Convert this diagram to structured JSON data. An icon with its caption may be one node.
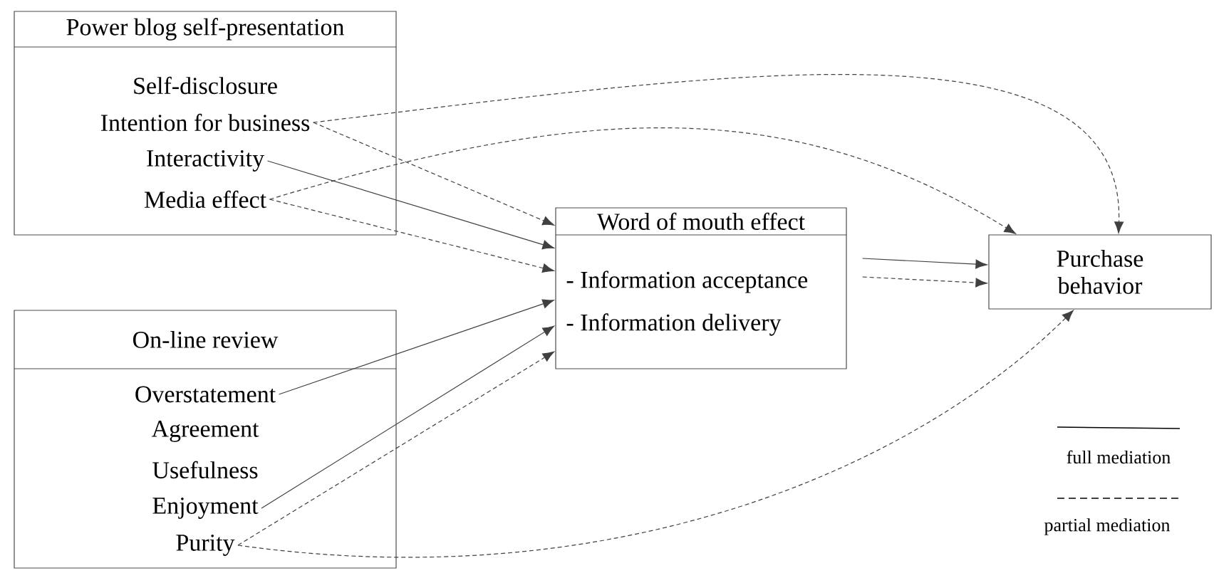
{
  "diagram": {
    "nodes": [
      {
        "text": [
          "Power blog self-presentation"
        ]
      },
      {
        "text": [
          "Self-disclosure"
        ],
        "in": 0
      },
      {
        "text": [
          "Intention for business"
        ],
        "in": 0
      },
      {
        "text": [
          "Interactivity"
        ],
        "in": 0
      },
      {
        "text": [
          "Media effect"
        ],
        "in": 0
      },
      {
        "text": [
          "On-line review"
        ]
      },
      {
        "text": [
          "Overstatement"
        ],
        "in": 5
      },
      {
        "text": [
          "Agreement"
        ],
        "in": 5
      },
      {
        "text": [
          "Usefulness"
        ],
        "in": 5
      },
      {
        "text": [
          "Enjoyment"
        ],
        "in": 5
      },
      {
        "text": [
          "Purity"
        ],
        "in": 5
      },
      {
        "text": [
          "Word of mouth effect",
          "- Information acceptance",
          "- Information delivery"
        ]
      },
      {
        "text": [
          "Purchase behavior"
        ]
      }
    ],
    "edges": [
      {
        "from": 2,
        "to": 11,
        "arrow": "to",
        "style": "dashed"
      },
      {
        "from": 2,
        "to": 12,
        "arrow": "to",
        "style": "dashed"
      },
      {
        "from": 3,
        "to": 11,
        "arrow": "to"
      },
      {
        "from": 4,
        "to": 12,
        "arrow": "to",
        "style": "dashed"
      },
      {
        "from": 4,
        "to": 11,
        "arrow": "to",
        "style": "dashed"
      },
      {
        "from": 6,
        "to": 11,
        "arrow": "to"
      },
      {
        "from": 9,
        "to": 11,
        "arrow": "to"
      },
      {
        "from": 10,
        "to": 11,
        "arrow": "to",
        "style": "dashed"
      },
      {
        "from": 10,
        "to": 12,
        "arrow": "to",
        "style": "dashed"
      },
      {
        "from": 11,
        "to": 12,
        "arrow": "to"
      },
      {
        "from": 11,
        "to": 12,
        "arrow": "to",
        "style": "dashed"
      }
    ],
    "legend": [
      {
        "text": "full mediation"
      },
      {
        "text": "partial mediation"
      }
    ]
  }
}
